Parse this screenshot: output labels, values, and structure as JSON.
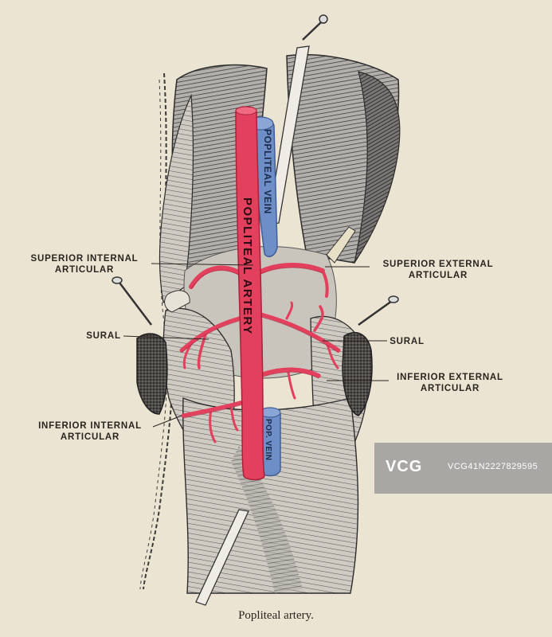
{
  "caption": "Popliteal artery.",
  "vessel_labels": {
    "popliteal_vein": "POPLITEAL VEIN",
    "popliteal_artery": "POPLITEAL ARTERY",
    "pop_vein": "POP. VEIN"
  },
  "labels": {
    "superior_internal_line1": "SUPERIOR INTERNAL",
    "superior_internal_line2": "ARTICULAR",
    "superior_external_line1": "SUPERIOR EXTERNAL",
    "superior_external_line2": "ARTICULAR",
    "sural_left": "SURAL",
    "sural_right": "SURAL",
    "inferior_external_line1": "INFERIOR EXTERNAL",
    "inferior_external_line2": "ARTICULAR",
    "inferior_internal_line1": "INFERIOR INTERNAL",
    "inferior_internal_line2": "ARTICULAR"
  },
  "watermark": {
    "logo": "VCG",
    "id": "VCG41N2227829595"
  },
  "colors": {
    "paper": "#ece4d2",
    "artery": "#e2405d",
    "artery_dark": "#a9213b",
    "vein": "#6d8ec7",
    "vein_dark": "#3f5e99",
    "muscle": "#8e8e8e",
    "ink": "#2a2420"
  }
}
